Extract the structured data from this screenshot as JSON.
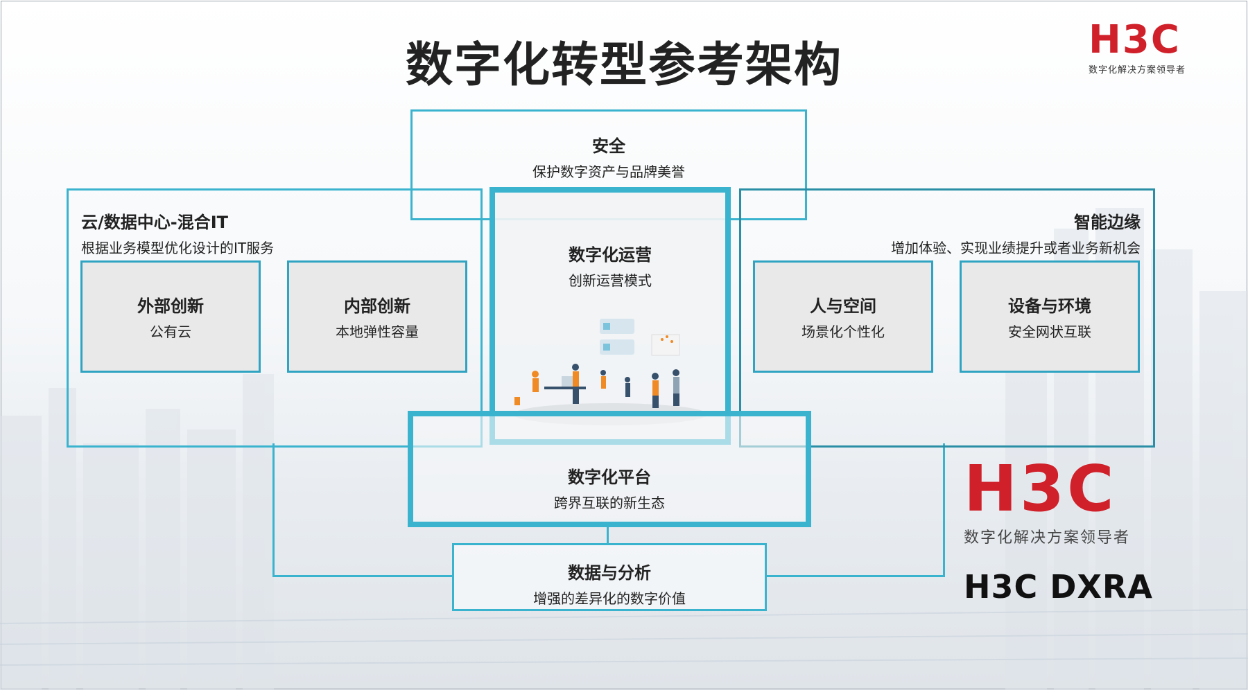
{
  "title": "数字化转型参考架构",
  "logo": {
    "mark": "H3C",
    "tagline": "数字化解决方案领导者"
  },
  "security": {
    "title": "安全",
    "subtitle": "保护数字资产与品牌美誉"
  },
  "cloud": {
    "title": "云/数据中心-混合IT",
    "subtitle": "根据业务模型优化设计的IT服务",
    "items": [
      {
        "title": "外部创新",
        "subtitle": "公有云"
      },
      {
        "title": "内部创新",
        "subtitle": "本地弹性容量"
      }
    ]
  },
  "operations": {
    "title": "数字化运营",
    "subtitle": "创新运营模式"
  },
  "edge": {
    "title": "智能边缘",
    "subtitle": "增加体验、实现业绩提升或者业务新机会",
    "items": [
      {
        "title": "人与空间",
        "subtitle": "场景化个性化"
      },
      {
        "title": "设备与环境",
        "subtitle": "安全网状互联"
      }
    ]
  },
  "platform": {
    "title": "数字化平台",
    "subtitle": "跨界互联的新生态"
  },
  "analytics": {
    "title": "数据与分析",
    "subtitle": "增强的差异化的数字价值"
  },
  "brand": {
    "mark": "H3C",
    "tagline": "数字化解决方案领导者",
    "product": "H3C DXRA"
  },
  "colors": {
    "accent": "#3ab3cf",
    "brand_red": "#d0202a",
    "tile_bg": "#e9e9e9"
  }
}
